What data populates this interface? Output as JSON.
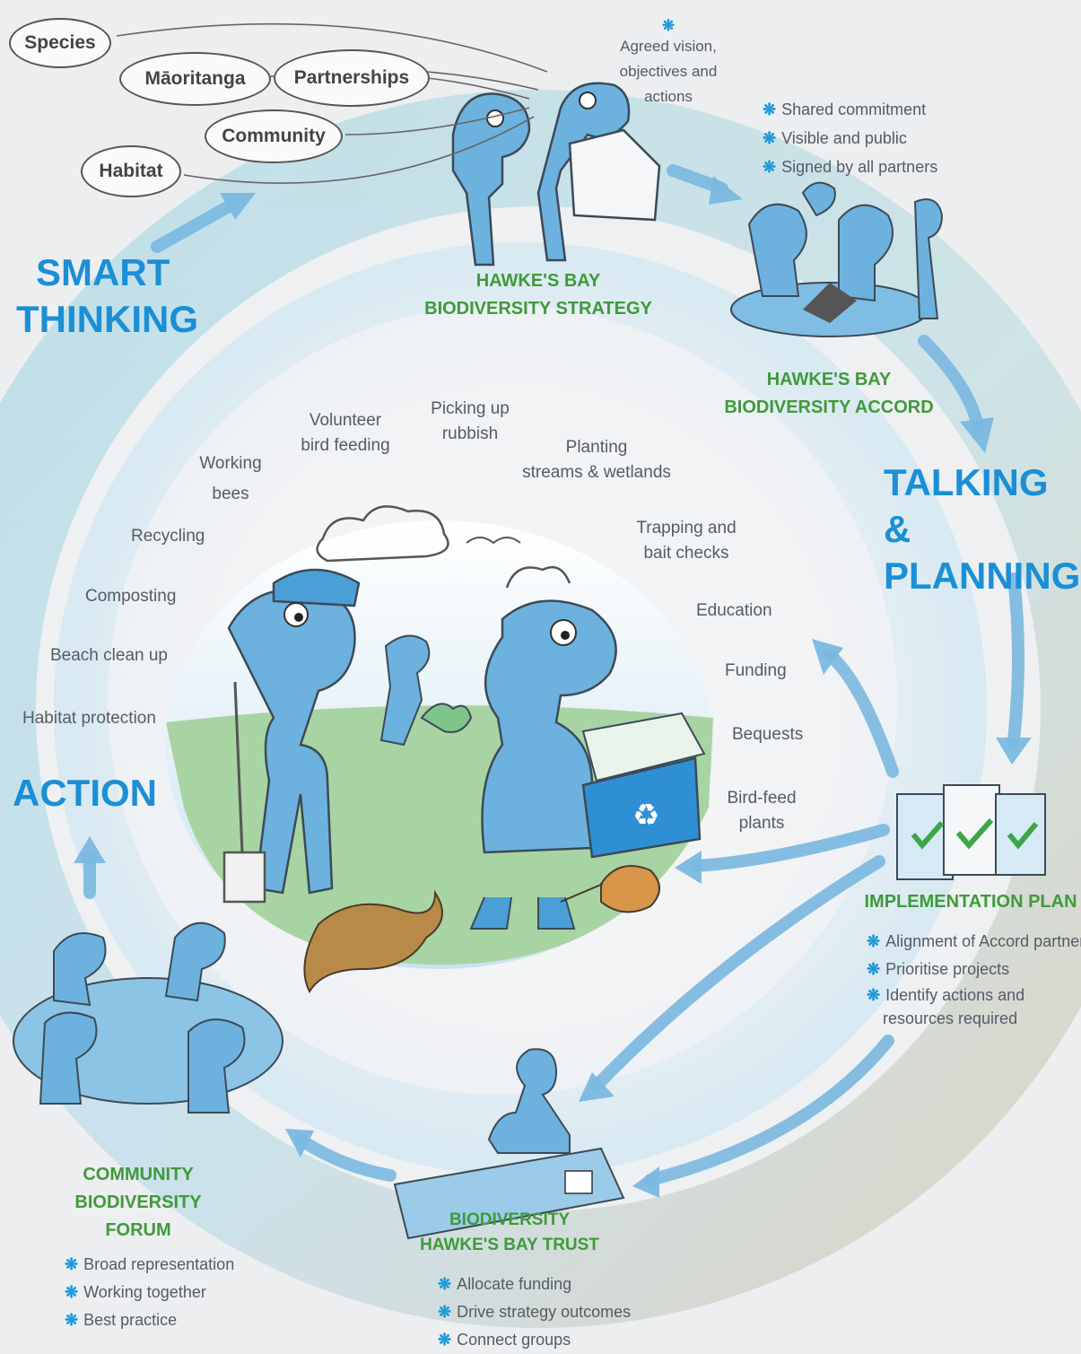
{
  "thought_bubbles": [
    "Species",
    "Māoritanga",
    "Partnerships",
    "Community",
    "Habitat"
  ],
  "stages": {
    "smart_thinking": [
      "SMART",
      "THINKING"
    ],
    "talking_planning": [
      "TALKING &",
      "PLANNING"
    ],
    "action": "ACTION"
  },
  "strategy": {
    "title": [
      "HAWKE'S BAY",
      "BIODIVERSITY STRATEGY"
    ],
    "asterisk": "❋",
    "note": [
      "Agreed vision,",
      "objectives and",
      "actions"
    ]
  },
  "accord": {
    "title": [
      "HAWKE'S BAY",
      "BIODIVERSITY ACCORD"
    ],
    "bullets": [
      "Shared commitment",
      "Visible and public",
      "Signed by all partners"
    ]
  },
  "implementation": {
    "title": "IMPLEMENTATION PLAN",
    "bullets": [
      "Alignment of Accord partners",
      "Prioritise projects",
      "Identify actions and",
      "resources required"
    ]
  },
  "trust": {
    "title": [
      "BIODIVERSITY",
      "HAWKE'S BAY TRUST"
    ],
    "bullets": [
      "Allocate funding",
      "Drive strategy outcomes",
      "Connect groups"
    ]
  },
  "forum": {
    "title": [
      "COMMUNITY",
      "BIODIVERSITY",
      "FORUM"
    ],
    "bullets": [
      "Broad representation",
      "Working together",
      "Best practice"
    ]
  },
  "activities": [
    [
      "Volunteer",
      "bird feeding"
    ],
    [
      "Picking up",
      "rubbish"
    ],
    [
      "Working",
      "bees"
    ],
    [
      "Planting",
      "streams & wetlands"
    ],
    [
      "Recycling"
    ],
    [
      "Trapping and",
      "bait checks"
    ],
    [
      "Composting"
    ],
    [
      "Education"
    ],
    [
      "Beach clean up"
    ],
    [
      "Funding"
    ],
    [
      "Habitat protection"
    ],
    [
      "Bequests"
    ],
    [
      "Bird-feed",
      "plants"
    ]
  ],
  "colors": {
    "accent_blue": "#1b8fd6",
    "title_green": "#3f9a3a",
    "figure_blue": "#5fa9dc",
    "grass": "#9fcf9a"
  }
}
